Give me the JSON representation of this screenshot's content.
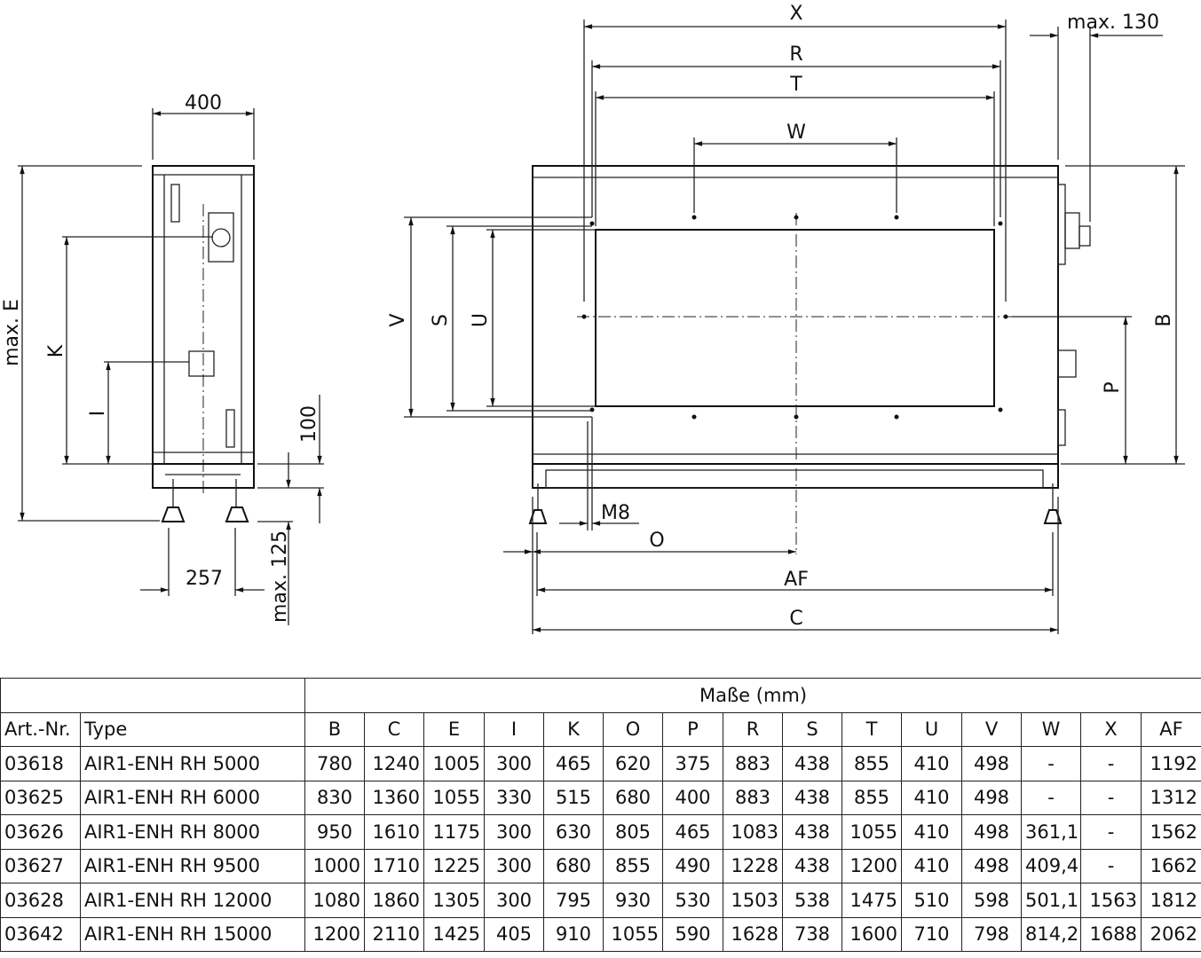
{
  "drawing": {
    "side_view": {
      "width": "400",
      "height_total": "max. E",
      "k": "K",
      "i": "I",
      "base": "100",
      "feet": "max. 125",
      "foot_spacing": "257"
    },
    "front_view": {
      "x": "X",
      "r": "R",
      "t": "T",
      "w": "W",
      "max130": "max. 130",
      "v": "V",
      "s": "S",
      "u": "U",
      "b": "B",
      "p": "P",
      "m8": "M8",
      "o": "O",
      "af": "AF",
      "c": "C"
    }
  },
  "table": {
    "group_header": "Maße (mm)",
    "columns": [
      "Art.-Nr.",
      "Type",
      "B",
      "C",
      "E",
      "I",
      "K",
      "O",
      "P",
      "R",
      "S",
      "T",
      "U",
      "V",
      "W",
      "X",
      "AF"
    ],
    "rows": [
      [
        "03618",
        "AIR1-ENH RH 5000",
        "780",
        "1240",
        "1005",
        "300",
        "465",
        "620",
        "375",
        "883",
        "438",
        "855",
        "410",
        "498",
        "-",
        "-",
        "1192"
      ],
      [
        "03625",
        "AIR1-ENH RH 6000",
        "830",
        "1360",
        "1055",
        "330",
        "515",
        "680",
        "400",
        "883",
        "438",
        "855",
        "410",
        "498",
        "-",
        "-",
        "1312"
      ],
      [
        "03626",
        "AIR1-ENH RH 8000",
        "950",
        "1610",
        "1175",
        "300",
        "630",
        "805",
        "465",
        "1083",
        "438",
        "1055",
        "410",
        "498",
        "361,1",
        "-",
        "1562"
      ],
      [
        "03627",
        "AIR1-ENH RH 9500",
        "1000",
        "1710",
        "1225",
        "300",
        "680",
        "855",
        "490",
        "1228",
        "438",
        "1200",
        "410",
        "498",
        "409,4",
        "-",
        "1662"
      ],
      [
        "03628",
        "AIR1-ENH RH 12000",
        "1080",
        "1860",
        "1305",
        "300",
        "795",
        "930",
        "530",
        "1503",
        "538",
        "1475",
        "510",
        "598",
        "501,1",
        "1563",
        "1812"
      ],
      [
        "03642",
        "AIR1-ENH RH 15000",
        "1200",
        "2110",
        "1425",
        "405",
        "910",
        "1055",
        "590",
        "1628",
        "738",
        "1600",
        "710",
        "798",
        "814,2",
        "1688",
        "2062"
      ]
    ]
  }
}
